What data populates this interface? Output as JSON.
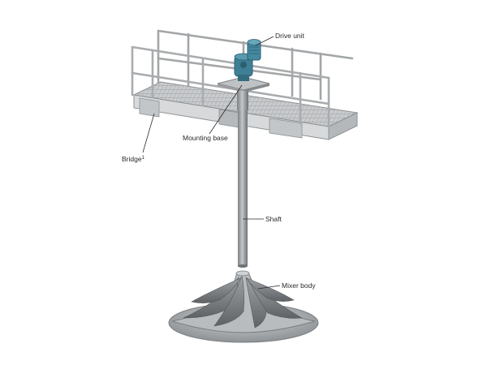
{
  "labels": {
    "drive_unit": "Drive unit",
    "mounting_base": "Mounting base",
    "bridge": "Bridge",
    "bridge_footnote": "1",
    "shaft": "Shaft",
    "mixer_body": "Mixer body"
  },
  "colors": {
    "background": "#ffffff",
    "metal_light": "#d4d6d7",
    "metal_mid": "#a9acae",
    "metal_dark": "#6e7275",
    "motor": "#3f7f95",
    "motor_dark": "#2c5f72",
    "label_text": "#2a2a2a"
  },
  "icons": [
    "drive-unit-motor-icon",
    "mixer-body-impeller-icon"
  ]
}
